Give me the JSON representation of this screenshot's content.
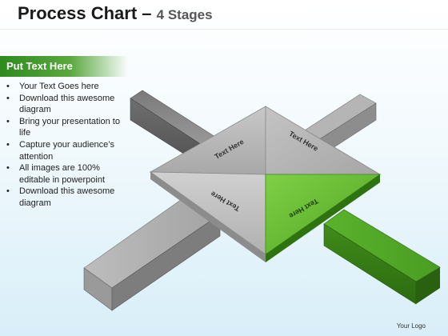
{
  "title": {
    "main": "Process Chart",
    "dash": " – ",
    "sub": "4 Stages"
  },
  "sidebar": {
    "header": "Put Text Here",
    "items": [
      "Your Text Goes here",
      "Download this awesome diagram",
      "Bring your presentation to life",
      "Capture your audience’s attention",
      "All images are 100% editable in powerpoint",
      "Download this awesome diagram"
    ]
  },
  "diagram": {
    "labels": {
      "top": "Text Here",
      "right": "Text Here",
      "bottom": "Text Here",
      "left": "Text Here"
    },
    "colors": {
      "gray": "#a9a9a9",
      "green": "#5db82f",
      "dark_gray": "#5f5f5f",
      "dark_green": "#3b7d18"
    }
  },
  "footer": {
    "logo": "Your Logo"
  }
}
